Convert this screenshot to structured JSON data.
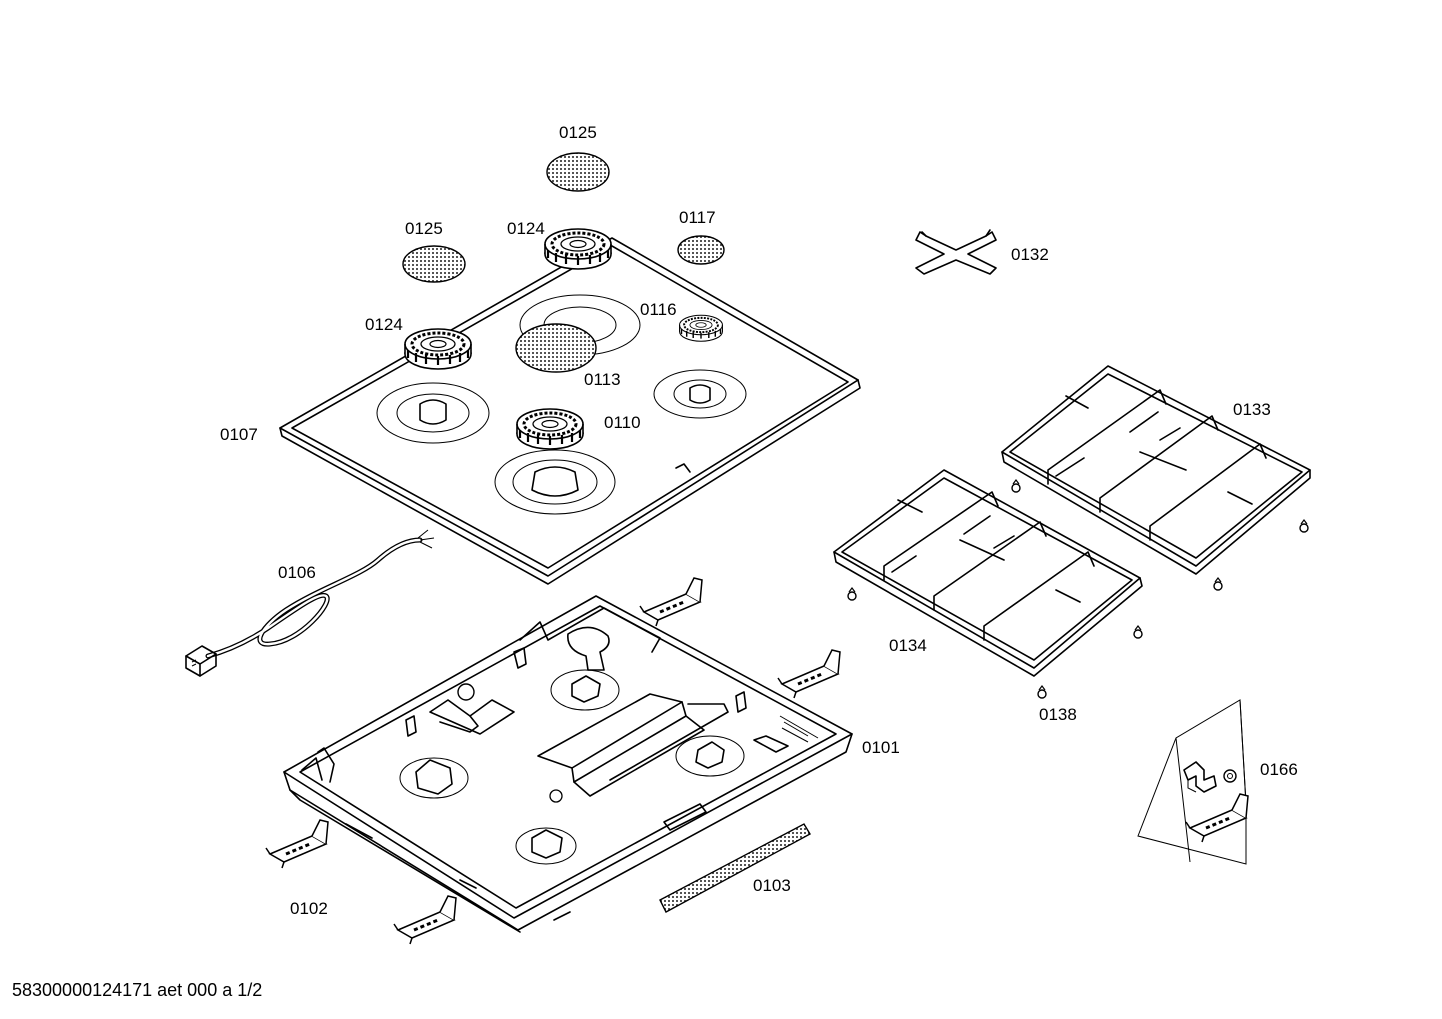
{
  "labels": {
    "p0125_top": "0125",
    "p0125_left": "0125",
    "p0124_top": "0124",
    "p0117": "0117",
    "p0132": "0132",
    "p0124_left": "0124",
    "p0116": "0116",
    "p0113": "0113",
    "p0110": "0110",
    "p0107": "0107",
    "p0133": "0133",
    "p0106": "0106",
    "p0134": "0134",
    "p0138": "0138",
    "p0101": "0101",
    "p0166": "0166",
    "p0103": "0103",
    "p0102": "0102"
  },
  "footer": {
    "doc_id": "58300000124171 aet 000 a 1/2"
  }
}
